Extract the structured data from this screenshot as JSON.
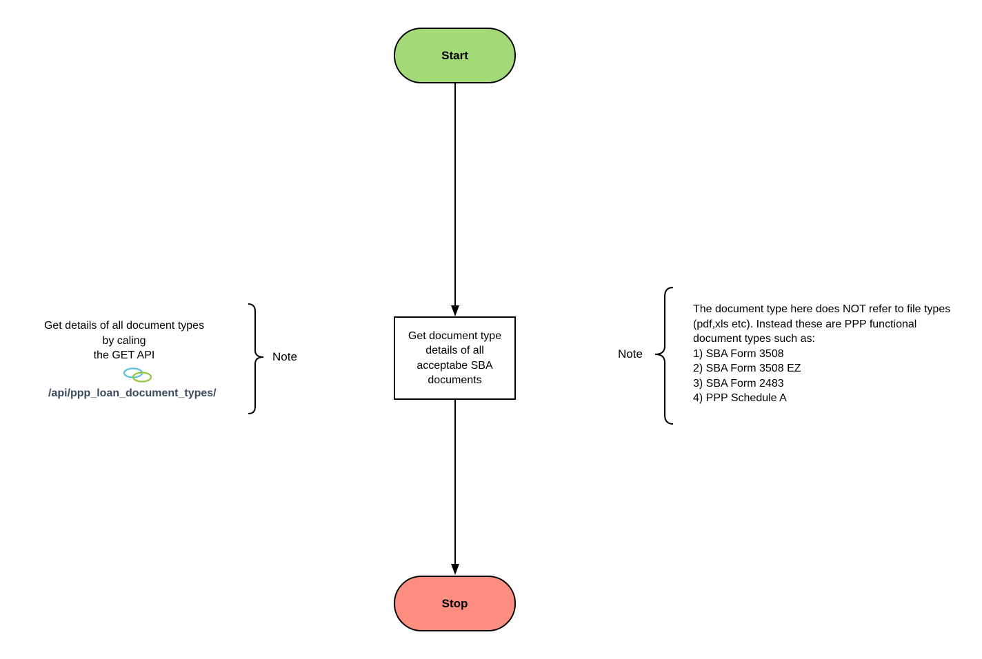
{
  "diagram": {
    "start": {
      "label": "Start",
      "fill": "#a3d977"
    },
    "process": {
      "label": "Get document type details of all acceptabe SBA documents",
      "fill": "#ffffff"
    },
    "stop": {
      "label": "Stop",
      "fill": "#fc8d7f"
    },
    "left_note": {
      "word": "Note",
      "lines": [
        "Get details of all document types",
        "by caling",
        "the GET API"
      ],
      "link_icon": "chain-link-icon",
      "link_colors": [
        "#5bc0de",
        "#8dc63f"
      ],
      "api_path": "/api/ppp_loan_document_types/"
    },
    "right_note": {
      "word": "Note",
      "intro": "The document type here does NOT refer to file types (pdf,xls etc). Instead these are PPP functional document types such as:",
      "items": [
        "1) SBA Form 3508",
        "2) SBA Form 3508 EZ",
        "3) SBA Form 2483",
        "4) PPP Schedule A"
      ]
    },
    "edges": [
      {
        "from": "Start",
        "to": "Get document type details of all acceptabe SBA documents"
      },
      {
        "from": "Get document type details of all acceptabe SBA documents",
        "to": "Stop"
      }
    ]
  }
}
